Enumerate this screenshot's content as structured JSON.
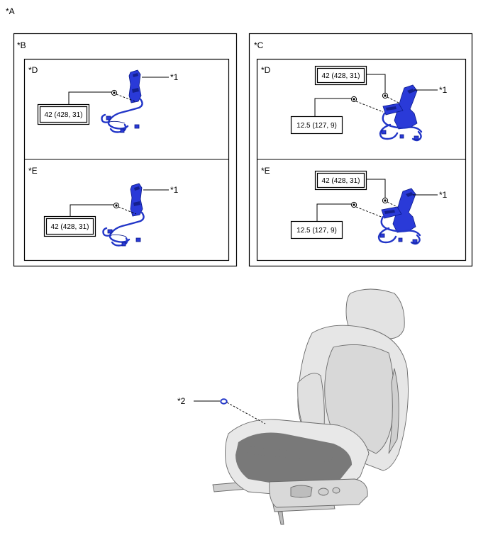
{
  "figure_label": "*A",
  "panel_left": {
    "label": "*B",
    "top": {
      "label": "*D",
      "part_label": "*1",
      "torque": "42 (428, 31)"
    },
    "bottom": {
      "label": "*E",
      "part_label": "*1",
      "torque": "42 (428, 31)"
    }
  },
  "panel_right": {
    "label": "*C",
    "top": {
      "label": "*D",
      "part_label": "*1",
      "torque_main": "42 (428, 31)",
      "torque_secondary": "12.5 (127, 9)"
    },
    "bottom": {
      "label": "*E",
      "part_label": "*1",
      "torque_main": "42 (428, 31)",
      "torque_secondary": "12.5 (127, 9)"
    }
  },
  "seat_view": {
    "part_label": "*2"
  },
  "colors": {
    "part_highlight": "#2a3ad8",
    "seat": "#e6e6e6",
    "outline": "#000000"
  }
}
